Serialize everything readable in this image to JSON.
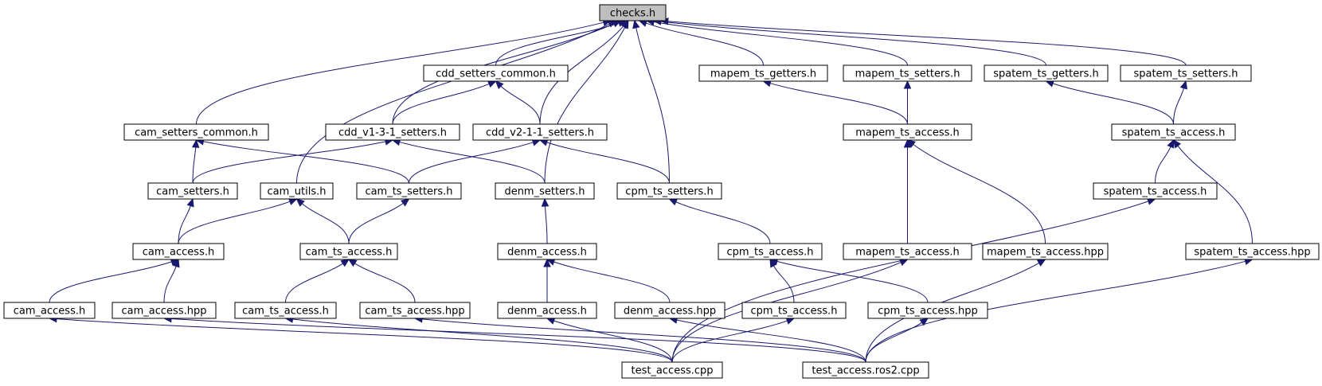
{
  "nodes": [
    {
      "id": "checks_h",
      "label": "checks.h",
      "root": true
    },
    {
      "id": "cam_setters_common_h",
      "label": "cam_setters_common.h"
    },
    {
      "id": "cdd_setters_common_h",
      "label": "cdd_setters_common.h"
    },
    {
      "id": "cdd_v1_3_1_setters_h",
      "label": "cdd_v1-3-1_setters.h"
    },
    {
      "id": "cdd_v2_1_1_setters_h",
      "label": "cdd_v2-1-1_setters.h"
    },
    {
      "id": "mapem_ts_getters_h",
      "label": "mapem_ts_getters.h"
    },
    {
      "id": "mapem_ts_setters_h",
      "label": "mapem_ts_setters.h"
    },
    {
      "id": "spatem_ts_getters_h",
      "label": "spatem_ts_getters.h"
    },
    {
      "id": "spatem_ts_setters_h",
      "label": "spatem_ts_setters.h"
    },
    {
      "id": "mapem_ts_access_h_1",
      "label": "mapem_ts_access.h"
    },
    {
      "id": "spatem_ts_access_h_1",
      "label": "spatem_ts_access.h"
    },
    {
      "id": "cam_setters_h",
      "label": "cam_setters.h"
    },
    {
      "id": "cam_utils_h",
      "label": "cam_utils.h"
    },
    {
      "id": "cam_ts_setters_h",
      "label": "cam_ts_setters.h"
    },
    {
      "id": "denm_setters_h",
      "label": "denm_setters.h"
    },
    {
      "id": "cpm_ts_setters_h",
      "label": "cpm_ts_setters.h"
    },
    {
      "id": "spatem_ts_access_h_2",
      "label": "spatem_ts_access.h"
    },
    {
      "id": "cam_access_h_1",
      "label": "cam_access.h"
    },
    {
      "id": "cam_ts_access_h_1",
      "label": "cam_ts_access.h"
    },
    {
      "id": "denm_access_h_1",
      "label": "denm_access.h"
    },
    {
      "id": "cpm_ts_access_h_1",
      "label": "cpm_ts_access.h"
    },
    {
      "id": "mapem_ts_access_h_2",
      "label": "mapem_ts_access.h"
    },
    {
      "id": "mapem_ts_access_hpp",
      "label": "mapem_ts_access.hpp"
    },
    {
      "id": "spatem_ts_access_hpp",
      "label": "spatem_ts_access.hpp"
    },
    {
      "id": "cam_access_h_2",
      "label": "cam_access.h"
    },
    {
      "id": "cam_access_hpp",
      "label": "cam_access.hpp"
    },
    {
      "id": "cam_ts_access_h_2",
      "label": "cam_ts_access.h"
    },
    {
      "id": "cam_ts_access_hpp",
      "label": "cam_ts_access.hpp"
    },
    {
      "id": "denm_access_h_2",
      "label": "denm_access.h"
    },
    {
      "id": "denm_access_hpp",
      "label": "denm_access.hpp"
    },
    {
      "id": "cpm_ts_access_h_2",
      "label": "cpm_ts_access.h"
    },
    {
      "id": "cpm_ts_access_hpp",
      "label": "cpm_ts_access.hpp"
    },
    {
      "id": "test_access_cpp",
      "label": "test_access.cpp"
    },
    {
      "id": "test_access_ros2_cpp",
      "label": "test_access.ros2.cpp"
    }
  ],
  "edges": [
    {
      "from": "cam_setters_common_h",
      "to": "checks_h"
    },
    {
      "from": "cdd_setters_common_h",
      "to": "checks_h"
    },
    {
      "from": "cdd_v1_3_1_setters_h",
      "to": "checks_h"
    },
    {
      "from": "cdd_v2_1_1_setters_h",
      "to": "checks_h"
    },
    {
      "from": "mapem_ts_getters_h",
      "to": "checks_h"
    },
    {
      "from": "mapem_ts_setters_h",
      "to": "checks_h"
    },
    {
      "from": "spatem_ts_getters_h",
      "to": "checks_h"
    },
    {
      "from": "spatem_ts_setters_h",
      "to": "checks_h"
    },
    {
      "from": "cam_utils_h",
      "to": "checks_h"
    },
    {
      "from": "denm_setters_h",
      "to": "checks_h"
    },
    {
      "from": "cpm_ts_setters_h",
      "to": "checks_h"
    },
    {
      "from": "cdd_v1_3_1_setters_h",
      "to": "cdd_setters_common_h"
    },
    {
      "from": "cdd_v2_1_1_setters_h",
      "to": "cdd_setters_common_h"
    },
    {
      "from": "mapem_ts_access_h_1",
      "to": "mapem_ts_getters_h"
    },
    {
      "from": "mapem_ts_access_h_1",
      "to": "mapem_ts_setters_h"
    },
    {
      "from": "spatem_ts_access_h_1",
      "to": "spatem_ts_getters_h"
    },
    {
      "from": "spatem_ts_access_h_1",
      "to": "spatem_ts_setters_h"
    },
    {
      "from": "cam_setters_h",
      "to": "cam_setters_common_h"
    },
    {
      "from": "cam_ts_setters_h",
      "to": "cam_setters_common_h"
    },
    {
      "from": "cam_setters_h",
      "to": "cdd_v1_3_1_setters_h"
    },
    {
      "from": "denm_setters_h",
      "to": "cdd_v1_3_1_setters_h"
    },
    {
      "from": "cam_ts_setters_h",
      "to": "cdd_v2_1_1_setters_h"
    },
    {
      "from": "cpm_ts_setters_h",
      "to": "cdd_v2_1_1_setters_h"
    },
    {
      "from": "mapem_ts_access_h_2",
      "to": "mapem_ts_access_h_1"
    },
    {
      "from": "mapem_ts_access_hpp",
      "to": "mapem_ts_access_h_1"
    },
    {
      "from": "spatem_ts_access_h_2",
      "to": "spatem_ts_access_h_1"
    },
    {
      "from": "spatem_ts_access_hpp",
      "to": "spatem_ts_access_h_1"
    },
    {
      "from": "cam_access_h_1",
      "to": "cam_setters_h"
    },
    {
      "from": "cam_access_h_1",
      "to": "cam_utils_h"
    },
    {
      "from": "cam_ts_access_h_1",
      "to": "cam_utils_h"
    },
    {
      "from": "cam_ts_access_h_1",
      "to": "cam_ts_setters_h"
    },
    {
      "from": "denm_access_h_1",
      "to": "denm_setters_h"
    },
    {
      "from": "cpm_ts_access_h_1",
      "to": "cpm_ts_setters_h"
    },
    {
      "from": "cam_access_h_2",
      "to": "cam_access_h_1"
    },
    {
      "from": "cam_access_hpp",
      "to": "cam_access_h_1"
    },
    {
      "from": "cam_ts_access_h_2",
      "to": "cam_ts_access_h_1"
    },
    {
      "from": "cam_ts_access_hpp",
      "to": "cam_ts_access_h_1"
    },
    {
      "from": "denm_access_h_2",
      "to": "denm_access_h_1"
    },
    {
      "from": "denm_access_hpp",
      "to": "denm_access_h_1"
    },
    {
      "from": "cpm_ts_access_h_2",
      "to": "cpm_ts_access_h_1"
    },
    {
      "from": "cpm_ts_access_hpp",
      "to": "cpm_ts_access_h_1"
    },
    {
      "from": "test_access_cpp",
      "to": "cam_access_h_2"
    },
    {
      "from": "test_access_cpp",
      "to": "cam_ts_access_h_2"
    },
    {
      "from": "test_access_cpp",
      "to": "denm_access_h_2"
    },
    {
      "from": "test_access_cpp",
      "to": "cpm_ts_access_h_2"
    },
    {
      "from": "test_access_cpp",
      "to": "mapem_ts_access_h_2"
    },
    {
      "from": "test_access_cpp",
      "to": "spatem_ts_access_h_2"
    },
    {
      "from": "test_access_ros2_cpp",
      "to": "cam_access_hpp"
    },
    {
      "from": "test_access_ros2_cpp",
      "to": "cam_ts_access_hpp"
    },
    {
      "from": "test_access_ros2_cpp",
      "to": "denm_access_hpp"
    },
    {
      "from": "test_access_ros2_cpp",
      "to": "cpm_ts_access_hpp"
    },
    {
      "from": "test_access_ros2_cpp",
      "to": "mapem_ts_access_hpp"
    },
    {
      "from": "test_access_ros2_cpp",
      "to": "spatem_ts_access_hpp"
    }
  ]
}
